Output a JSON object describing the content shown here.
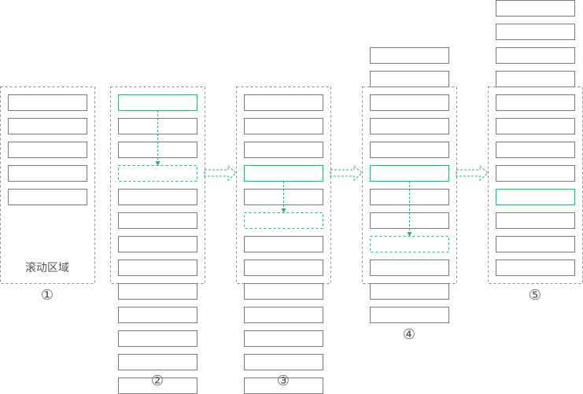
{
  "colors": {
    "background": "#ffffff",
    "item_border": "#7a7a7a",
    "viewport_border": "#8a8a8a",
    "highlight": "#3aaa72",
    "label_text": "#555555"
  },
  "scroll_area_label": "滚动区域",
  "stages": [
    {
      "number_label": "①",
      "total_items": 5,
      "items_above_viewport": 0,
      "highlighted_item_index": null,
      "placeholder_after_index": null
    },
    {
      "number_label": "②",
      "total_items": 12,
      "items_above_viewport": 0,
      "highlighted_item_index": 0,
      "placeholder_after_index": 2
    },
    {
      "number_label": "③",
      "total_items": 12,
      "items_above_viewport": 0,
      "highlighted_item_index": 3,
      "placeholder_after_index": 4
    },
    {
      "number_label": "④",
      "total_items": 11,
      "items_above_viewport": 2,
      "highlighted_item_index": 5,
      "placeholder_after_index": 7
    },
    {
      "number_label": "⑤",
      "total_items": 12,
      "items_above_viewport": 4,
      "highlighted_item_index": 8,
      "placeholder_after_index": null
    }
  ]
}
